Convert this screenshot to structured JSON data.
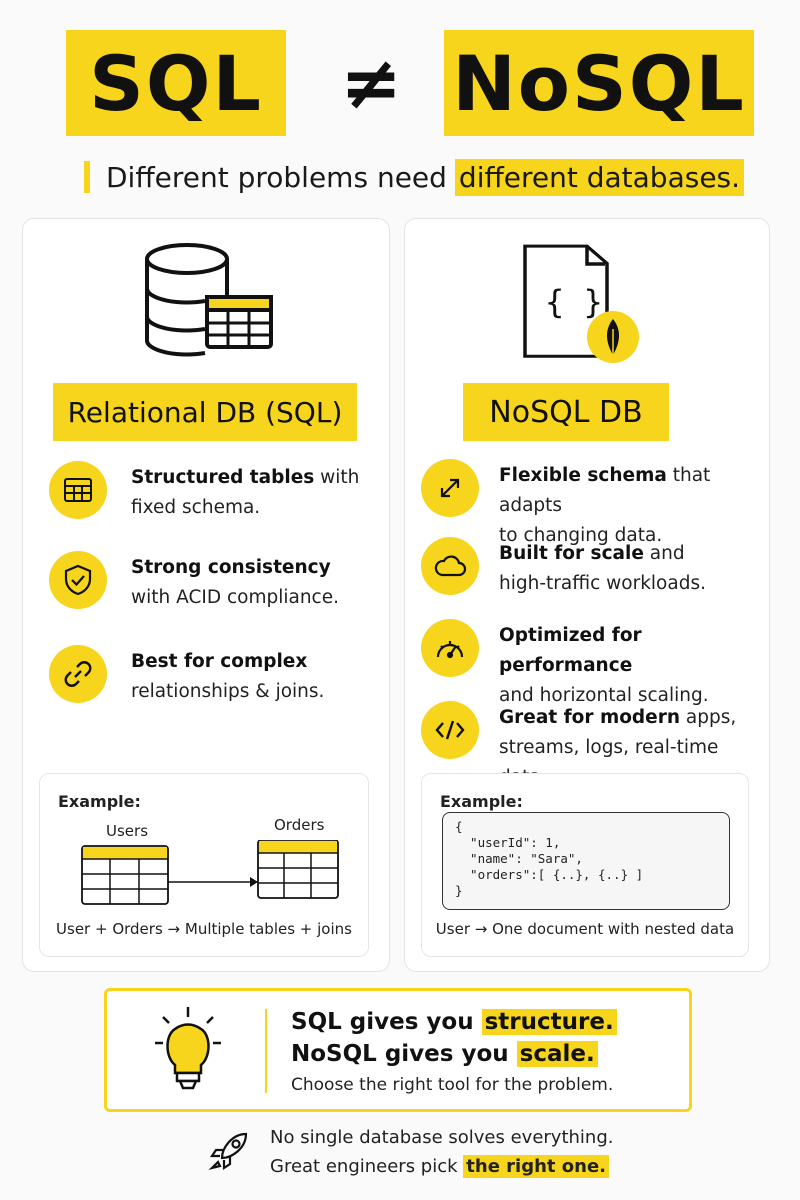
{
  "title": {
    "left": "SQL",
    "symbol": "≠",
    "right": "NoSQL"
  },
  "subtitle": {
    "text": "Different problems need",
    "highlight": "different databases."
  },
  "sql_card": {
    "icon": "database-table-icon",
    "title": "Relational DB (SQL)",
    "features": [
      {
        "icon": "table-icon",
        "bold": "Structured tables",
        "rest1": " with",
        "rest2": "fixed schema."
      },
      {
        "icon": "shield-check-icon",
        "bold": "Strong consistency",
        "rest1": "",
        "rest2": "with ACID compliance."
      },
      {
        "icon": "link-icon",
        "bold": "Best for complex",
        "rest1": "",
        "rest2": "relationships & joins."
      }
    ],
    "example": {
      "label": "Example:",
      "table1": "Users",
      "table2": "Orders",
      "caption": "User + Orders → Multiple tables + joins"
    }
  },
  "nosql_card": {
    "icon": "document-leaf-icon",
    "title": "NoSQL DB",
    "features": [
      {
        "icon": "expand-arrows-icon",
        "bold": "Flexible schema",
        "rest1": " that adapts",
        "rest2": "to changing data."
      },
      {
        "icon": "cloud-icon",
        "bold": "Built for scale",
        "rest1": " and",
        "rest2": "high-traffic workloads."
      },
      {
        "icon": "gauge-icon",
        "bold": "Optimized for performance",
        "rest1": "",
        "rest2": "and horizontal scaling."
      },
      {
        "icon": "code-icon",
        "bold": "Great for modern",
        "rest1": " apps,",
        "rest2": "streams, logs, real-time data."
      }
    ],
    "example": {
      "label": "Example:",
      "code": "{\n  \"userId\": 1,\n  \"name\": \"Sara\",\n  \"orders\":[ {..}, {..} ]\n}",
      "caption": "User → One document with nested data"
    }
  },
  "summary": {
    "icon": "lightbulb-icon",
    "line1_prefix": "SQL gives you ",
    "line1_highlight": "structure.",
    "line2_prefix": "NoSQL gives you ",
    "line2_highlight": "scale.",
    "line3": "Choose the right tool for the problem."
  },
  "footer": {
    "icon": "rocket-icon",
    "line1": "No single database solves everything.",
    "line2_prefix": "Great engineers pick ",
    "line2_highlight": "the right one."
  },
  "colors": {
    "accent": "#f7d51c",
    "text": "#1a1a1a",
    "background": "#fafafa"
  }
}
